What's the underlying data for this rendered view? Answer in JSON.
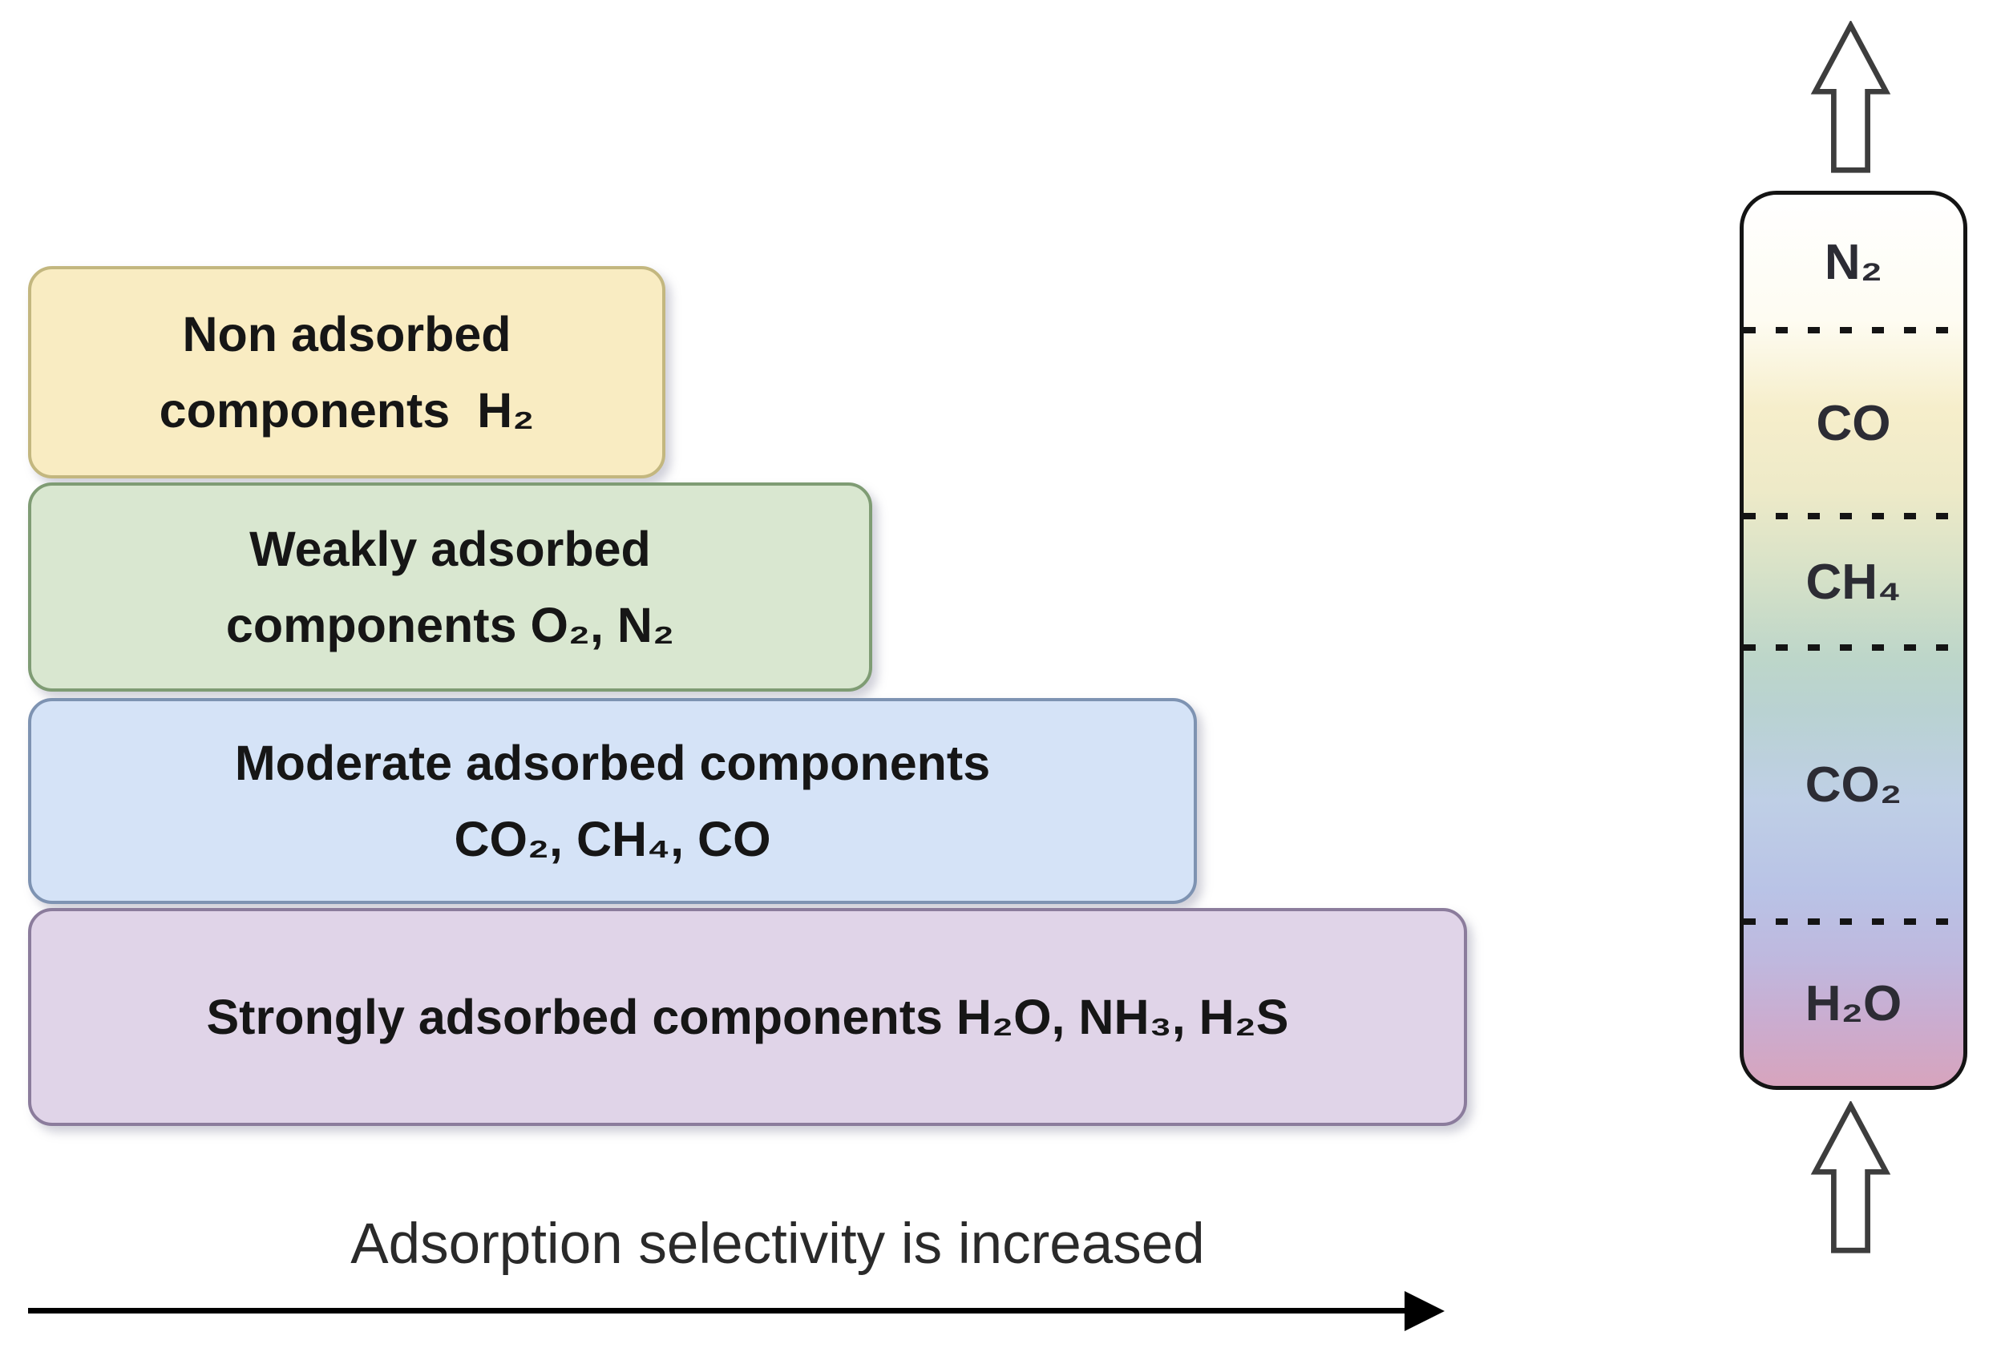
{
  "levels": [
    {
      "lines": [
        "Non adsorbed",
        "components  H₂"
      ],
      "fill": "#F9ECC2",
      "border": "#C3B77F"
    },
    {
      "lines": [
        "Weakly adsorbed",
        "components O₂, N₂"
      ],
      "fill": "#D9E7D0",
      "border": "#7F9C74"
    },
    {
      "lines": [
        "Moderate adsorbed components",
        "CO₂, CH₄, CO"
      ],
      "fill": "#D5E3F7",
      "border": "#7E93B2"
    },
    {
      "lines": [
        "Strongly adsorbed components H₂O, NH₃, H₂S"
      ],
      "fill": "#E0D4E8",
      "border": "#8B7C9C"
    }
  ],
  "axis": {
    "caption": "Adsorption selectivity is increased",
    "arrow_color": "#000000"
  },
  "column": {
    "sections": [
      {
        "label": "N₂"
      },
      {
        "label": "CO"
      },
      {
        "label": "CH₄"
      },
      {
        "label": "CO₂"
      },
      {
        "label": "H₂O"
      }
    ],
    "border_color": "#141414",
    "gradient_top_to_bottom": [
      "#FFFFFF",
      "#F6EECB",
      "#D8E2C8",
      "#BDD6C9",
      "#BFCFE6",
      "#B9C3E6",
      "#CBACCF",
      "#D7A4BD"
    ]
  },
  "flow_arrows": {
    "fill": "#FFFFFF",
    "stroke": "#3D3D3D"
  }
}
